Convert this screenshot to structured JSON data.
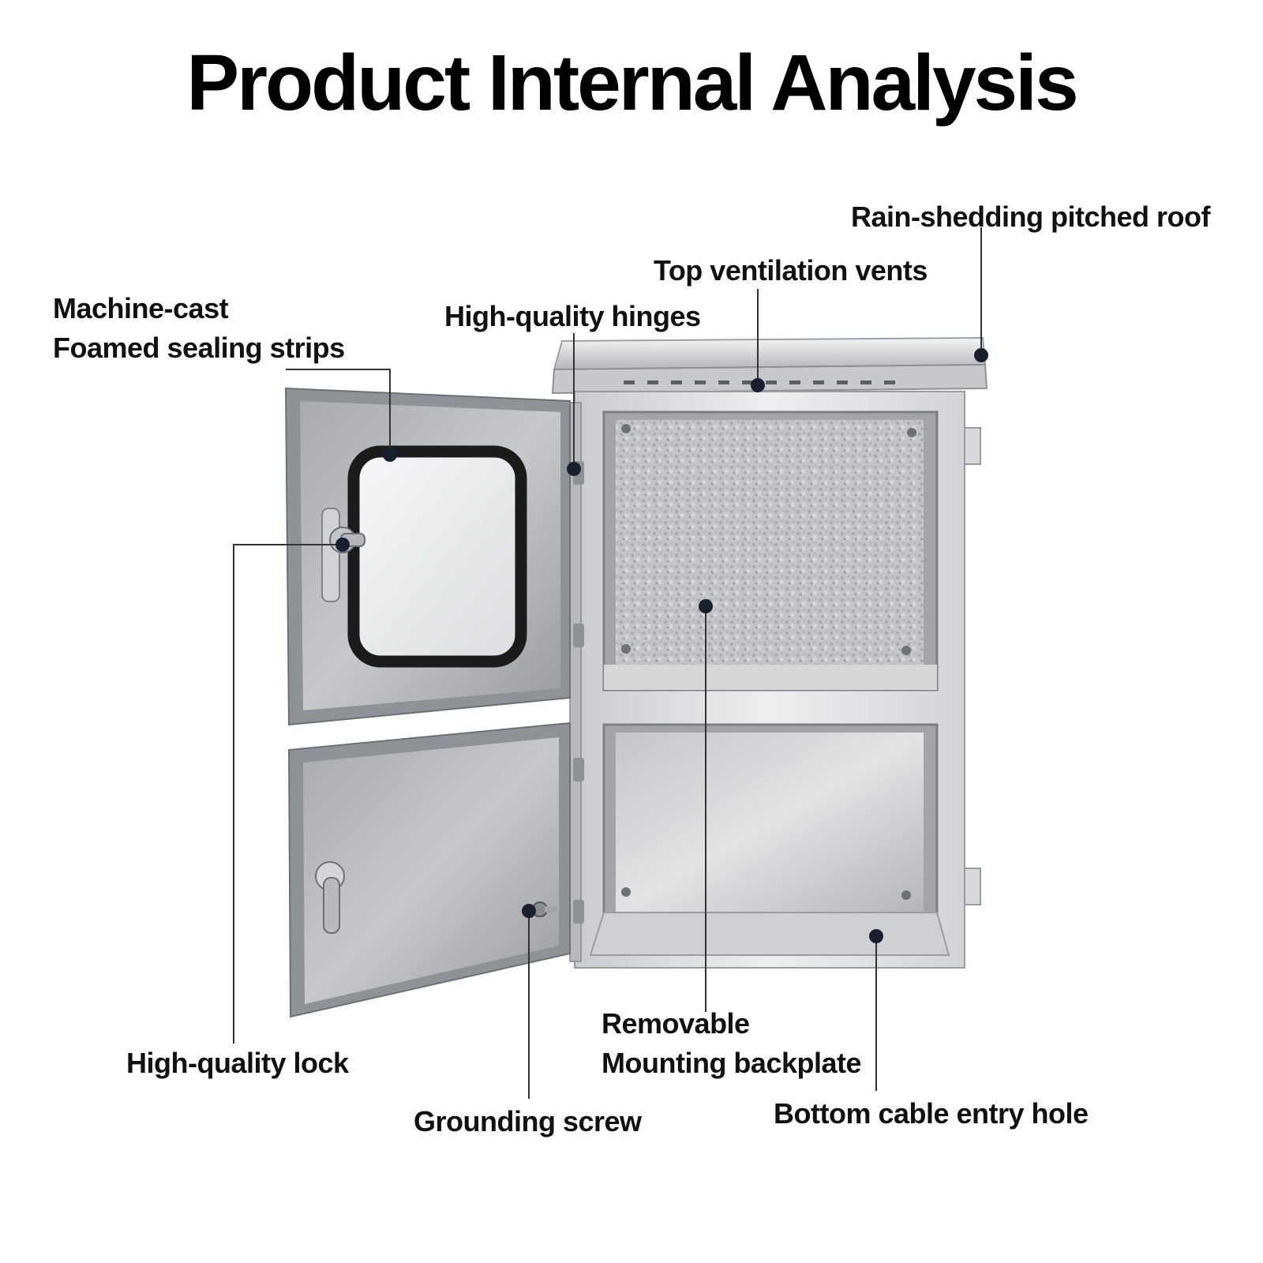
{
  "title": "Product Internal Analysis",
  "labels": {
    "roof": "Rain-shedding pitched roof",
    "vents": "Top ventilation vents",
    "hinges": "High-quality hinges",
    "seal_line1": "Machine-cast",
    "seal_line2": "Foamed sealing strips",
    "lock": "High-quality lock",
    "grounding": "Grounding screw",
    "backplate_line1": "Removable",
    "backplate_line2": "Mounting backplate",
    "cable": "Bottom cable entry hole"
  },
  "colors": {
    "text": "#111111",
    "leader": "#333333",
    "marker": "#1a1f2e",
    "steel_light": "#e6e7e9",
    "steel_mid": "#b9bbbf",
    "steel_dark": "#7c7f84",
    "gasket": "#1b1b1b"
  }
}
